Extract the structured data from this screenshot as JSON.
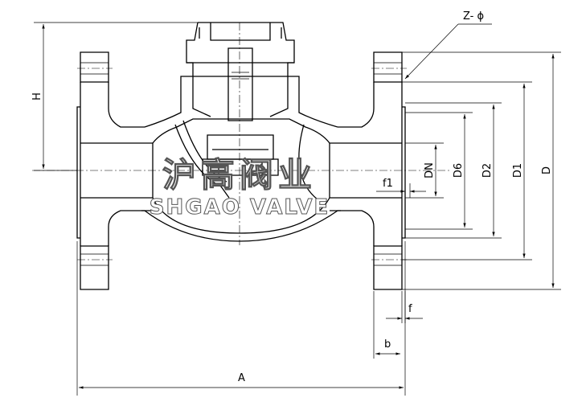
{
  "labels": {
    "H": "H",
    "Z_phi": "Z- ϕ",
    "DN": "DN",
    "D6": "D6",
    "D2": "D2",
    "D1": "D1",
    "D": "D",
    "f1": "f1",
    "f": "f",
    "b": "b",
    "A": "A"
  },
  "watermark": {
    "cn": "沪高阀业",
    "en": "SHGAO VALVE"
  },
  "colors": {
    "line": "#000000",
    "background": "#ffffff"
  }
}
